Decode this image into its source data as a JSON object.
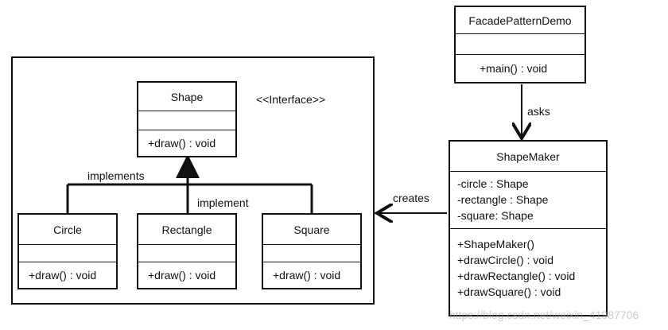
{
  "stereotype": "<<Interface>>",
  "classes": {
    "shape": {
      "name": "Shape",
      "methods": [
        "+draw() : void"
      ]
    },
    "circle": {
      "name": "Circle",
      "methods": [
        "+draw() : void"
      ]
    },
    "rectangle": {
      "name": "Rectangle",
      "methods": [
        "+draw() : void"
      ]
    },
    "square": {
      "name": "Square",
      "methods": [
        "+draw() : void"
      ]
    },
    "facade_demo": {
      "name": "FacadePatternDemo",
      "methods": [
        "+main() : void"
      ]
    },
    "shape_maker": {
      "name": "ShapeMaker",
      "attributes": [
        "-circle : Shape",
        "-rectangle : Shape",
        "-square: Shape"
      ],
      "methods": [
        "+ShapeMaker()",
        "+drawCircle() : void",
        "+drawRectangle() : void",
        "+drawSquare() : void"
      ]
    }
  },
  "relations": {
    "implements": "implements",
    "implement": "implement",
    "asks": "asks",
    "creates": "creates"
  },
  "watermark": "https://blog.csdn.net/weixin_41987706"
}
